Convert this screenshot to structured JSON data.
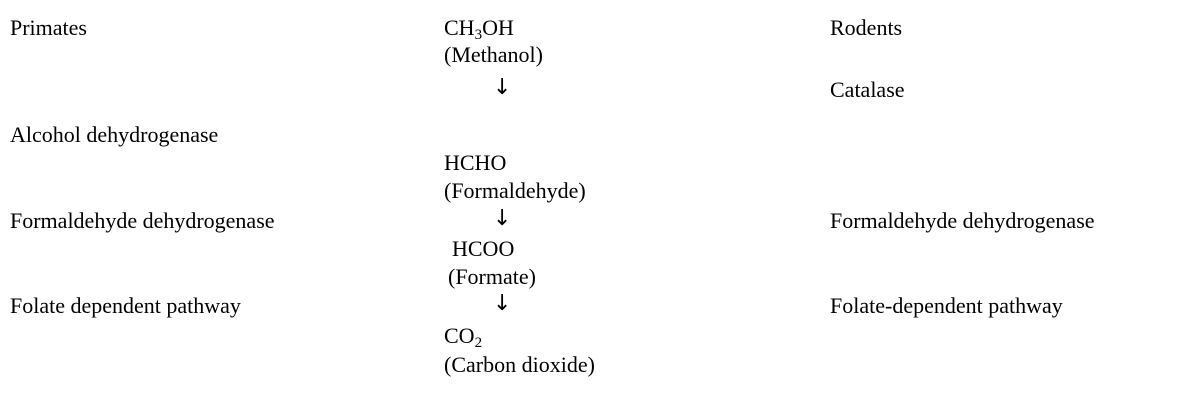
{
  "headers": {
    "left": "Primates",
    "right": "Rodents"
  },
  "compounds": {
    "methanol": {
      "formula_main": "CH",
      "formula_sub": "3",
      "formula_tail": "OH",
      "name": "(Methanol)"
    },
    "formaldehyde": {
      "formula": "HCHO",
      "name": "(Formaldehyde)"
    },
    "formate": {
      "formula": "HCOO",
      "name": "(Formate)"
    },
    "carbon_dioxide": {
      "formula_main": "CO",
      "formula_sub": "2",
      "name": "(Carbon dioxide)"
    }
  },
  "primate_steps": [
    "Alcohol dehydrogenase",
    "Formaldehyde dehydrogenase",
    "Folate dependent pathway"
  ],
  "rodent_steps": [
    "Catalase",
    "Formaldehyde dehydrogenase",
    "Folate-dependent pathway"
  ],
  "arrow_glyph": "↓"
}
